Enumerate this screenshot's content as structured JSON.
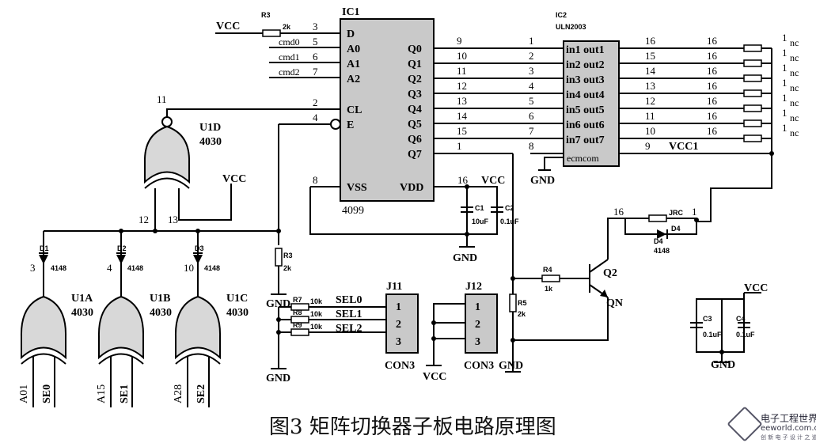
{
  "caption": "图3  矩阵切换器子板电路原理图",
  "logo": {
    "name": "电子工程世界",
    "url": "eeworld.com.cn",
    "tagline": "创 新 电 子 设 计 之 道"
  },
  "ic1": {
    "ref": "IC1",
    "part": "4099",
    "left_pins": [
      {
        "num": "3",
        "name": "D",
        "net": "VCC"
      },
      {
        "num": "5",
        "name": "A0",
        "net": "cmd0"
      },
      {
        "num": "6",
        "name": "A1",
        "net": "cmd1"
      },
      {
        "num": "7",
        "name": "A2",
        "net": "cmd2"
      },
      {
        "num": "2",
        "name": "CL"
      },
      {
        "num": "4",
        "name": "E"
      },
      {
        "num": "8",
        "name": "VSS"
      }
    ],
    "right_pins": [
      {
        "num": "9",
        "name": "Q0"
      },
      {
        "num": "10",
        "name": "Q1"
      },
      {
        "num": "11",
        "name": "Q2"
      },
      {
        "num": "12",
        "name": "Q3"
      },
      {
        "num": "13",
        "name": "Q4"
      },
      {
        "num": "14",
        "name": "Q5"
      },
      {
        "num": "15",
        "name": "Q6"
      },
      {
        "num": "1",
        "name": "Q7"
      }
    ],
    "vdd_name": "VDD",
    "vdd_pin": "16"
  },
  "ic2": {
    "ref": "IC2",
    "part": "ULN2003",
    "inputs": [
      "1",
      "2",
      "3",
      "4",
      "5",
      "6",
      "7"
    ],
    "rows": [
      "in1 out1",
      "in2 out2",
      "in3 out3",
      "in4 out4",
      "in5 out5",
      "in6 out6",
      "in7 out7"
    ],
    "outputs": [
      "16",
      "15",
      "14",
      "13",
      "12",
      "11",
      "10"
    ],
    "com_name": "ecmcom",
    "com_pin": "8",
    "vcc_pin": "9",
    "vcc_label": "VCC1"
  },
  "relays": {
    "left_pin": "16",
    "right_pin": "1",
    "contacts": [
      "nc",
      "nc",
      "nc",
      "nc",
      "nc",
      "nc",
      "nc"
    ]
  },
  "labels": {
    "vcc": "VCC",
    "gnd": "GND",
    "r3_top": "R3",
    "r3_top_val": "2k",
    "r3_mid": "R3",
    "r3_mid_val": "2k",
    "u1d": "U1D",
    "u1d_part": "4030",
    "u1a": "U1A",
    "u1a_part": "4030",
    "u1b": "U1B",
    "u1b_part": "4030",
    "u1c": "U1C",
    "u1c_part": "4030",
    "pin11": "11",
    "pin12": "12",
    "pin13": "13",
    "pin3": "3",
    "pin4": "4",
    "pin10": "10",
    "diode_a": "D1",
    "diode_b": "D2",
    "diode_c": "D3",
    "diode_val": "4148",
    "r7": "R7",
    "r8": "R8",
    "r9": "R9",
    "rsel_val": "10k",
    "sel0": "SEL0",
    "sel1": "SEL1",
    "sel2": "SEL2",
    "j11": "J11",
    "j12": "J12",
    "con3": "CON3",
    "pin1": "1",
    "pin2": "2",
    "pin3b": "3",
    "c1": "C1",
    "c1_val": "10uF",
    "c2": "C2",
    "c2_val": "0.1uF",
    "c3": "C3",
    "c3_val": "0.1uF",
    "c4": "C4",
    "c4_val": "0.1uF",
    "r4": "R4",
    "r4_val": "1k",
    "r5": "R5",
    "r5_val": "2k",
    "q2": "Q2",
    "qn": "QN",
    "jrc": "JRC",
    "d4": "D4",
    "d4_val": "4148",
    "d4_name": "D4",
    "k16": "16",
    "k1": "1",
    "in_a01": "A01",
    "in_a15": "A15",
    "in_a28": "A28",
    "in_se0": "SE0",
    "in_se1": "SE1",
    "in_se2": "SE2"
  }
}
